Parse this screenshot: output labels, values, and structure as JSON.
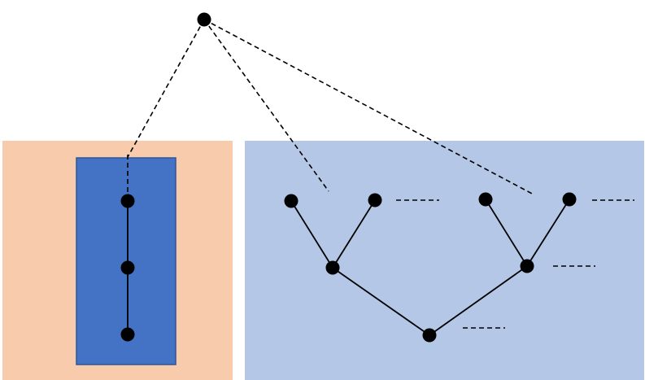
{
  "colors": {
    "left_panel": "#F8CBAD",
    "right_panel": "#B4C7E7",
    "inner_block": "#4472C4",
    "inner_block_border": "#2F5597",
    "node": "#000000",
    "edge": "#000000"
  },
  "panels": [
    {
      "id": "left-panel",
      "fill": "left_panel"
    },
    {
      "id": "right-panel",
      "fill": "right_panel"
    }
  ],
  "nodes": [
    {
      "id": "root"
    },
    {
      "id": "chain-top"
    },
    {
      "id": "chain-middle"
    },
    {
      "id": "chain-bottom"
    },
    {
      "id": "tree-leaf-1"
    },
    {
      "id": "tree-leaf-2"
    },
    {
      "id": "tree-leaf-3"
    },
    {
      "id": "tree-leaf-4"
    },
    {
      "id": "tree-mid-left"
    },
    {
      "id": "tree-mid-right"
    },
    {
      "id": "tree-root"
    }
  ],
  "solid_edges": [
    [
      "chain-top",
      "chain-middle"
    ],
    [
      "chain-middle",
      "chain-bottom"
    ],
    [
      "tree-leaf-1",
      "tree-mid-left"
    ],
    [
      "tree-leaf-2",
      "tree-mid-left"
    ],
    [
      "tree-leaf-3",
      "tree-mid-right"
    ],
    [
      "tree-leaf-4",
      "tree-mid-right"
    ],
    [
      "tree-mid-left",
      "tree-root"
    ],
    [
      "tree-mid-right",
      "tree-root"
    ]
  ],
  "dashed_edges": [
    [
      "root",
      "left-panel"
    ],
    [
      "root",
      "tree-left-subtree"
    ],
    [
      "root",
      "tree-right-subtree"
    ]
  ],
  "ellipsis_markers": [
    "tree-leaf-2",
    "tree-leaf-4",
    "tree-mid-right",
    "tree-root"
  ]
}
